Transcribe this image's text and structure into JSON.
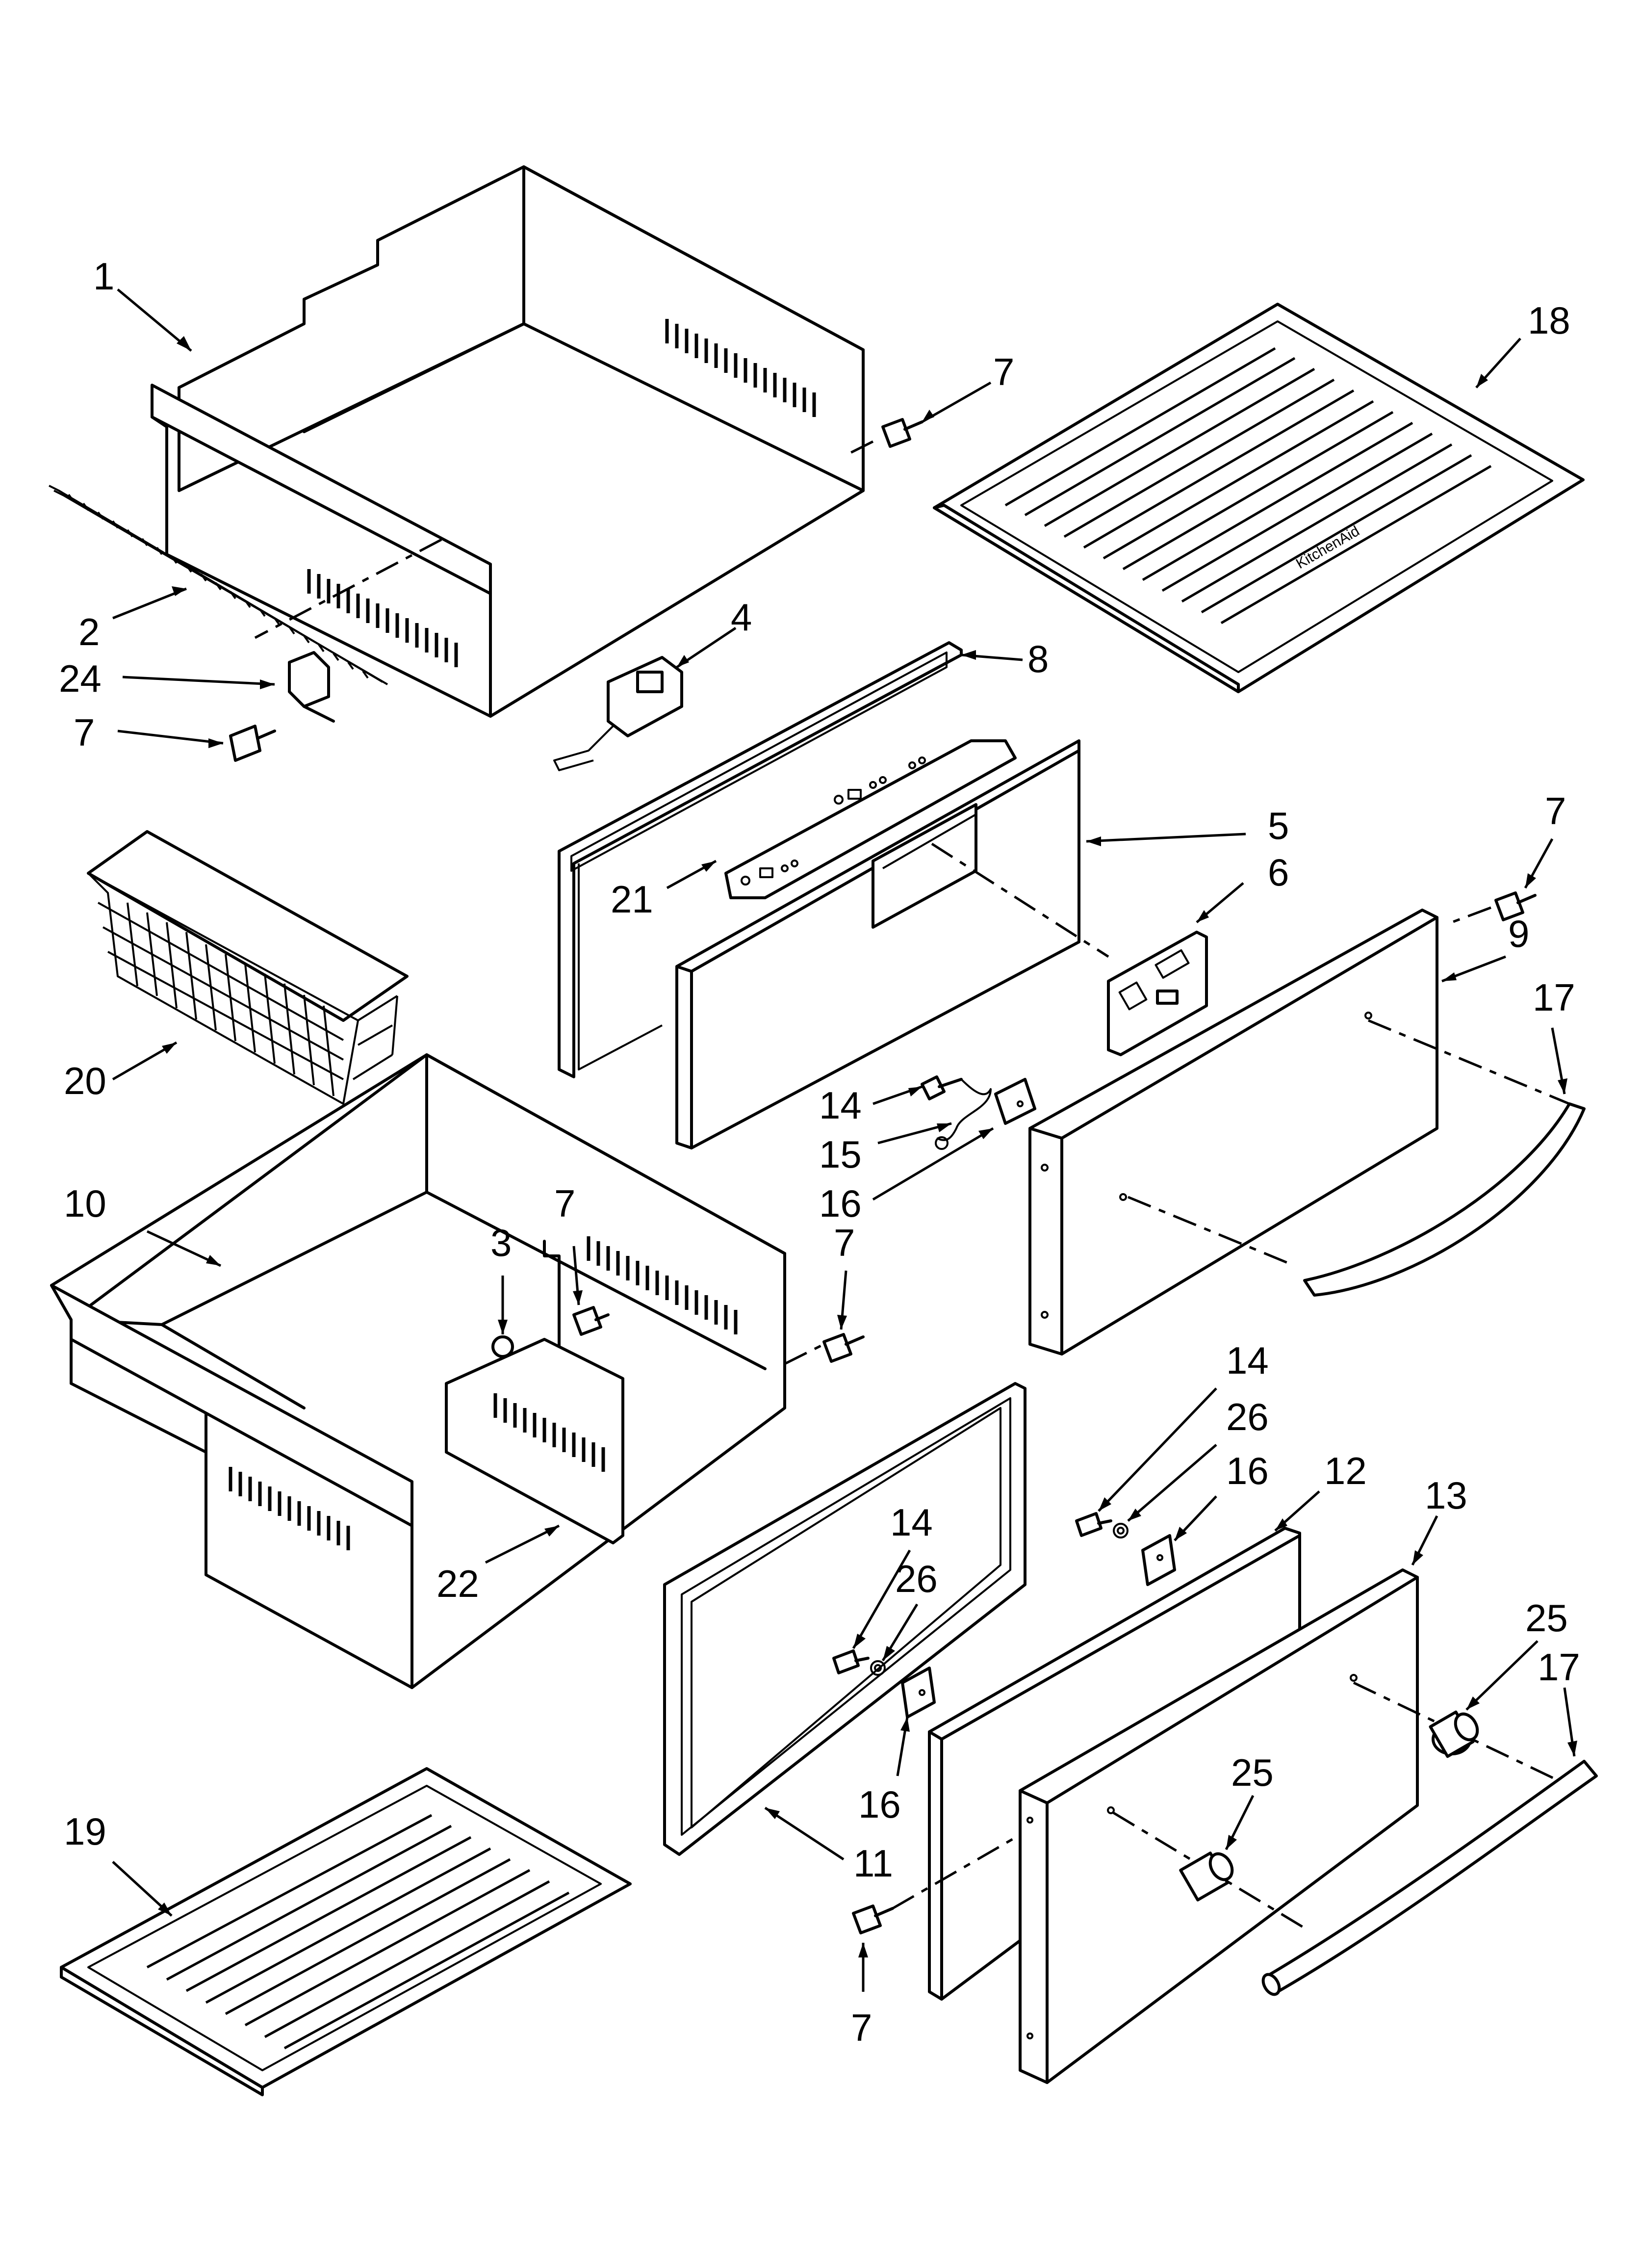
{
  "diagram": {
    "type": "exploded-parts-diagram",
    "callouts": [
      {
        "id": "c1",
        "label": "1"
      },
      {
        "id": "c2",
        "label": "2"
      },
      {
        "id": "c24",
        "label": "24"
      },
      {
        "id": "c7a",
        "label": "7"
      },
      {
        "id": "c4",
        "label": "4"
      },
      {
        "id": "c7b",
        "label": "7"
      },
      {
        "id": "c18",
        "label": "18"
      },
      {
        "id": "c8",
        "label": "8"
      },
      {
        "id": "c5",
        "label": "5"
      },
      {
        "id": "c6",
        "label": "6"
      },
      {
        "id": "c21",
        "label": "21"
      },
      {
        "id": "c7c",
        "label": "7"
      },
      {
        "id": "c9",
        "label": "9"
      },
      {
        "id": "c17a",
        "label": "17"
      },
      {
        "id": "c20",
        "label": "20"
      },
      {
        "id": "c10",
        "label": "10"
      },
      {
        "id": "c14a",
        "label": "14"
      },
      {
        "id": "c15",
        "label": "15"
      },
      {
        "id": "c16a",
        "label": "16"
      },
      {
        "id": "c7d",
        "label": "7"
      },
      {
        "id": "c3",
        "label": "3"
      },
      {
        "id": "c7e",
        "label": "7"
      },
      {
        "id": "c22",
        "label": "22"
      },
      {
        "id": "c14b",
        "label": "14"
      },
      {
        "id": "c26a",
        "label": "26"
      },
      {
        "id": "c16b",
        "label": "16"
      },
      {
        "id": "c12",
        "label": "12"
      },
      {
        "id": "c13",
        "label": "13"
      },
      {
        "id": "c14c",
        "label": "14"
      },
      {
        "id": "c26b",
        "label": "26"
      },
      {
        "id": "c16c",
        "label": "16"
      },
      {
        "id": "c25a",
        "label": "25"
      },
      {
        "id": "c17b",
        "label": "17"
      },
      {
        "id": "c25b",
        "label": "25"
      },
      {
        "id": "c11",
        "label": "11"
      },
      {
        "id": "c19",
        "label": "19"
      },
      {
        "id": "c7f",
        "label": "7"
      }
    ],
    "shelf_brand_text": "KitchenAid"
  }
}
